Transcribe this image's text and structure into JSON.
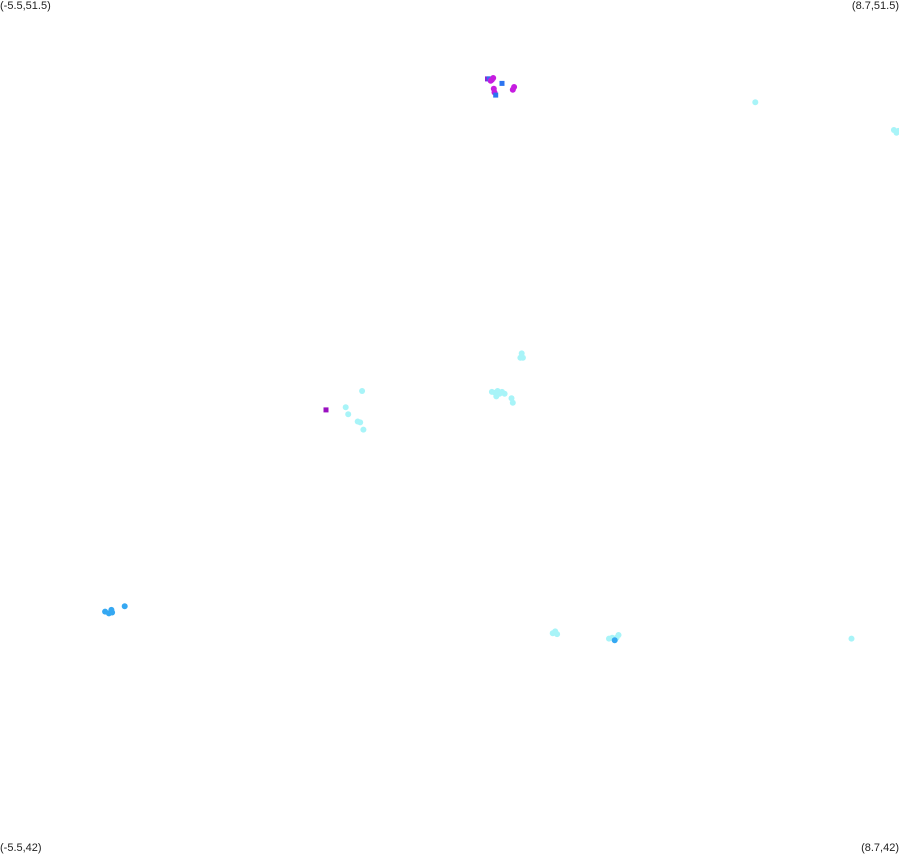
{
  "corners": {
    "top_left": "(-5.5,51.5)",
    "top_right": "(8.7,51.5)",
    "bottom_left": "(-5.5,42)",
    "bottom_right": "(8.7,42)"
  },
  "chart_data": {
    "type": "scatter",
    "xlim": [
      -5.5,
      8.7
    ],
    "ylim": [
      42,
      51.5
    ],
    "grid": false,
    "colors": {
      "pale_cyan": "#a8f4f8",
      "sky_blue": "#35a8f2",
      "blue": "#2c74f0",
      "violet": "#8a26d8",
      "magenta": "#c61ce0",
      "purple": "#9a10c0"
    },
    "points": [
      {
        "x": 2.2,
        "y": 50.62,
        "color": "violet"
      },
      {
        "x": 2.23,
        "y": 50.62,
        "color": "blue"
      },
      {
        "x": 2.25,
        "y": 50.6,
        "color": "magenta"
      },
      {
        "x": 2.27,
        "y": 50.61,
        "color": "magenta"
      },
      {
        "x": 2.29,
        "y": 50.63,
        "color": "magenta"
      },
      {
        "x": 2.43,
        "y": 50.57,
        "color": "blue"
      },
      {
        "x": 2.62,
        "y": 50.53,
        "color": "magenta"
      },
      {
        "x": 2.6,
        "y": 50.5,
        "color": "magenta"
      },
      {
        "x": 2.3,
        "y": 50.51,
        "color": "magenta"
      },
      {
        "x": 2.31,
        "y": 50.47,
        "color": "magenta"
      },
      {
        "x": 2.33,
        "y": 50.44,
        "color": "blue"
      },
      {
        "x": 6.43,
        "y": 50.36,
        "color": "pale_cyan"
      },
      {
        "x": 8.62,
        "y": 50.05,
        "color": "pale_cyan"
      },
      {
        "x": 8.66,
        "y": 50.02,
        "color": "pale_cyan"
      },
      {
        "x": 8.69,
        "y": 50.04,
        "color": "pale_cyan"
      },
      {
        "x": 2.74,
        "y": 47.56,
        "color": "pale_cyan"
      },
      {
        "x": 2.72,
        "y": 47.51,
        "color": "pale_cyan"
      },
      {
        "x": 2.76,
        "y": 47.51,
        "color": "pale_cyan"
      },
      {
        "x": 0.22,
        "y": 47.14,
        "color": "pale_cyan"
      },
      {
        "x": 2.27,
        "y": 47.13,
        "color": "pale_cyan"
      },
      {
        "x": 2.32,
        "y": 47.12,
        "color": "pale_cyan"
      },
      {
        "x": 2.36,
        "y": 47.14,
        "color": "pale_cyan"
      },
      {
        "x": 2.39,
        "y": 47.11,
        "color": "pale_cyan"
      },
      {
        "x": 2.43,
        "y": 47.13,
        "color": "pale_cyan"
      },
      {
        "x": 2.47,
        "y": 47.11,
        "color": "pale_cyan"
      },
      {
        "x": 2.58,
        "y": 47.06,
        "color": "pale_cyan"
      },
      {
        "x": 2.6,
        "y": 47.01,
        "color": "pale_cyan"
      },
      {
        "x": 2.34,
        "y": 47.08,
        "color": "pale_cyan"
      },
      {
        "x": -0.04,
        "y": 46.96,
        "color": "pale_cyan"
      },
      {
        "x": 0.0,
        "y": 46.88,
        "color": "pale_cyan"
      },
      {
        "x": 0.15,
        "y": 46.8,
        "color": "pale_cyan"
      },
      {
        "x": 0.19,
        "y": 46.79,
        "color": "pale_cyan"
      },
      {
        "x": 0.24,
        "y": 46.71,
        "color": "pale_cyan"
      },
      {
        "x": -0.35,
        "y": 46.93,
        "color": "purple"
      },
      {
        "x": -3.84,
        "y": 44.68,
        "color": "sky_blue"
      },
      {
        "x": -3.78,
        "y": 44.66,
        "color": "sky_blue"
      },
      {
        "x": -3.74,
        "y": 44.7,
        "color": "sky_blue"
      },
      {
        "x": -3.73,
        "y": 44.67,
        "color": "sky_blue"
      },
      {
        "x": -3.53,
        "y": 44.74,
        "color": "sky_blue"
      },
      {
        "x": 3.23,
        "y": 44.44,
        "color": "pale_cyan"
      },
      {
        "x": 3.27,
        "y": 44.46,
        "color": "pale_cyan"
      },
      {
        "x": 3.3,
        "y": 44.43,
        "color": "pale_cyan"
      },
      {
        "x": 4.12,
        "y": 44.38,
        "color": "pale_cyan"
      },
      {
        "x": 4.17,
        "y": 44.39,
        "color": "pale_cyan"
      },
      {
        "x": 4.22,
        "y": 44.38,
        "color": "pale_cyan"
      },
      {
        "x": 4.24,
        "y": 44.39,
        "color": "pale_cyan"
      },
      {
        "x": 4.27,
        "y": 44.42,
        "color": "pale_cyan"
      },
      {
        "x": 4.21,
        "y": 44.36,
        "color": "sky_blue"
      },
      {
        "x": 7.95,
        "y": 44.38,
        "color": "pale_cyan"
      }
    ]
  }
}
